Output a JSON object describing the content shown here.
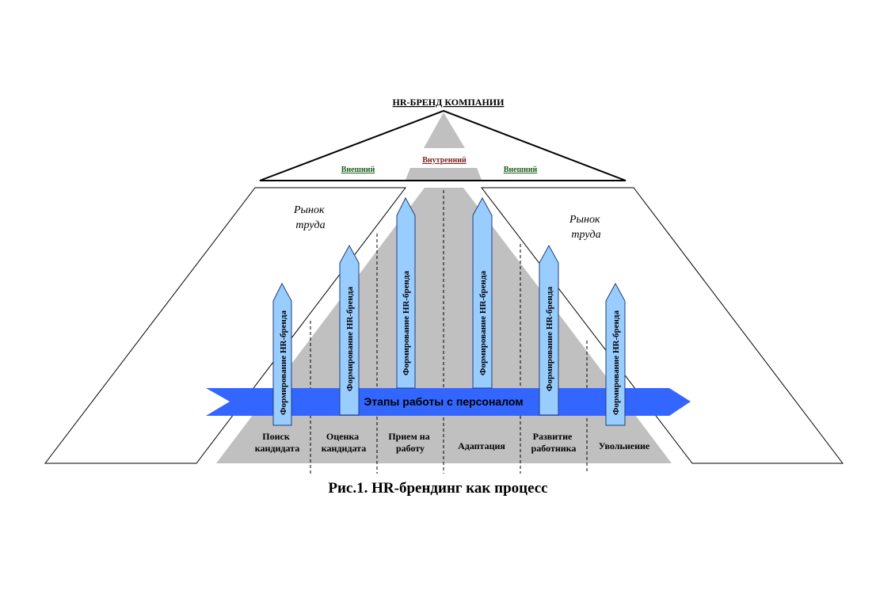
{
  "colors": {
    "grey": "#c0c0c0",
    "arrow_light": "#99ccff",
    "band_blue": "#3366ff",
    "line": "#000000",
    "outer_label": "#1a5e1a",
    "inner_label": "#7a1f1f"
  },
  "roof": {
    "title": "HR-БРЕНД КОМПАНИИ",
    "external_left": "Внешний",
    "internal": "Внутренний",
    "external_right": "Внешний"
  },
  "market": {
    "left": [
      "Рынок",
      "труда"
    ],
    "right": [
      "Рынок",
      "труда"
    ]
  },
  "band_label": "Этапы работы с персоналом",
  "arrow_label": "Формирование HR-бренда",
  "stages": [
    [
      "Поиск",
      "кандидата"
    ],
    [
      "Оценка",
      "кандидата"
    ],
    [
      "Прием на",
      "работу"
    ],
    [
      "Адаптация"
    ],
    [
      "Развитие",
      "работника"
    ],
    [
      "Увольнение"
    ]
  ],
  "caption": "Рис.1. HR-брендинг как процесс"
}
